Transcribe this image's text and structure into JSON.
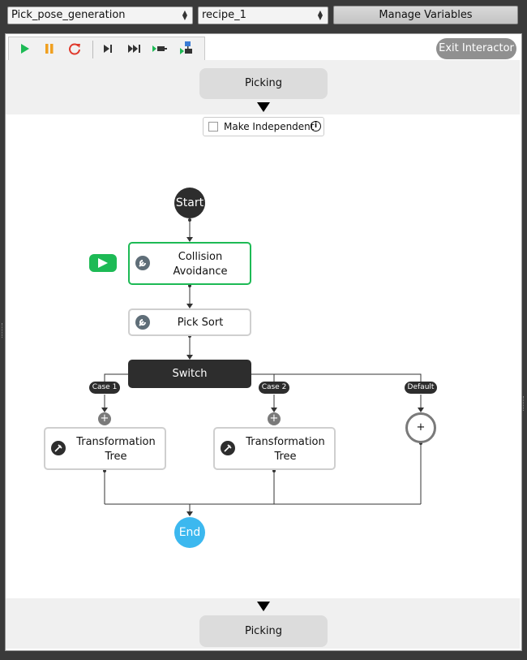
{
  "header": {
    "pose_select": "Pick_pose_generation",
    "recipe_select": "recipe_1",
    "manage_button": "Manage Variables"
  },
  "toolbar": {
    "icons": [
      "play-icon",
      "pause-icon",
      "reload-icon",
      "step-icon",
      "fast-forward-icon",
      "step-into-icon",
      "step-over-icon"
    ],
    "exit_button": "Exit Interactor"
  },
  "top_band": {
    "label": "Picking"
  },
  "independent": {
    "label": "Make Independent",
    "checked": false
  },
  "flow": {
    "start": "Start",
    "collision": {
      "line1": "Collision",
      "line2": "Avoidance"
    },
    "pick_sort": "Pick Sort",
    "switch": "Switch",
    "cases": [
      "Case 1",
      "Case 2",
      "Default"
    ],
    "transform1": {
      "line1": "Transformation",
      "line2": "Tree"
    },
    "transform2": {
      "line1": "Transformation",
      "line2": "Tree"
    },
    "default_add": "+",
    "end": "End"
  },
  "bottom_band": {
    "label": "Picking"
  },
  "colors": {
    "active": "#1dba55",
    "end": "#3cb8ef",
    "dark": "#2d2d2d"
  }
}
